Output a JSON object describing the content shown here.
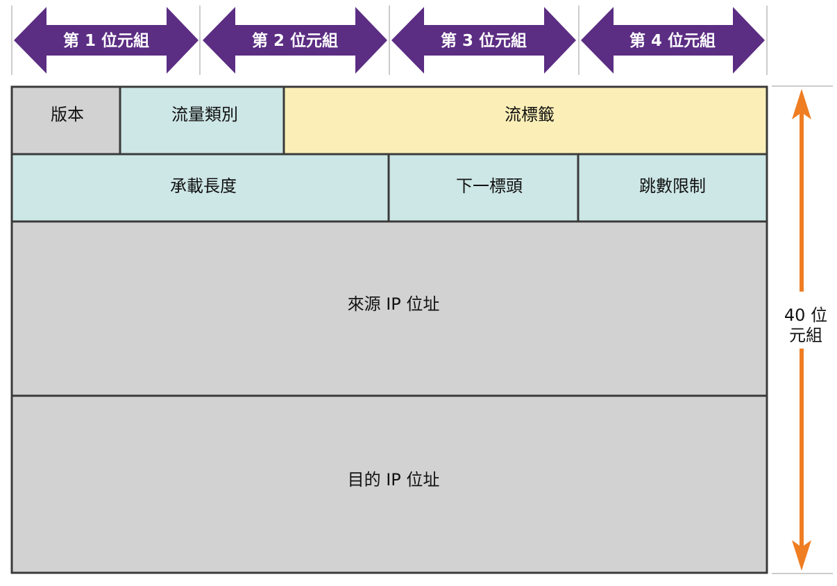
{
  "colors": {
    "arrow_purple": "#5b2d83",
    "arrow_orange": "#ef7d22",
    "field_gray": "#d2d2d2",
    "field_teal": "#cde6e6",
    "field_yellow": "#fbefb7",
    "border": "#3a3a3a"
  },
  "byte_arrows": [
    {
      "label": "第 1 位元組",
      "icon": "double-arrow-icon"
    },
    {
      "label": "第 2 位元組",
      "icon": "double-arrow-icon"
    },
    {
      "label": "第 3 位元組",
      "icon": "double-arrow-icon"
    },
    {
      "label": "第 4 位元組",
      "icon": "double-arrow-icon"
    }
  ],
  "header": {
    "rows": [
      [
        {
          "key": "version",
          "label": "版本",
          "color": "#d2d2d2"
        },
        {
          "key": "traffic-class",
          "label": "流量類別",
          "color": "#cde6e6"
        },
        {
          "key": "flow-label",
          "label": "流標籤",
          "color": "#fbefb7"
        }
      ],
      [
        {
          "key": "payload-length",
          "label": "承載長度",
          "color": "#cde6e6"
        },
        {
          "key": "next-header",
          "label": "下一標頭",
          "color": "#cde6e6"
        },
        {
          "key": "hop-limit",
          "label": "跳數限制",
          "color": "#cde6e6"
        }
      ],
      [
        {
          "key": "source-address",
          "label": "來源 IP 位址",
          "color": "#d2d2d2"
        }
      ],
      [
        {
          "key": "destination-address",
          "label": "目的 IP 位址",
          "color": "#d2d2d2"
        }
      ]
    ]
  },
  "size_indicator": {
    "lines": [
      "40 位",
      "元組"
    ],
    "icon": "vertical-double-arrow-icon"
  }
}
